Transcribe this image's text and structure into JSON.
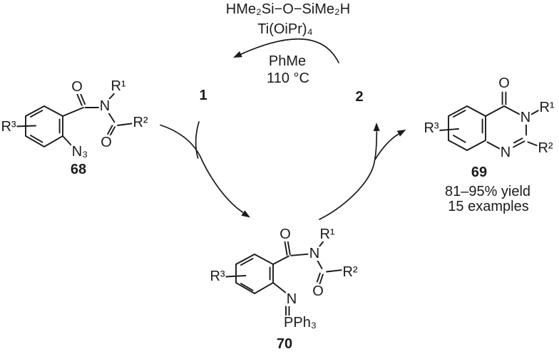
{
  "colors": {
    "ink": "#1b1b1b",
    "background": "#ffffff"
  },
  "conditions": {
    "reagent_line1": "HMe₂Si−O−SiMe₂H",
    "catalyst_line2": "Ti(OiPr)₄",
    "solvent": "PhMe",
    "temperature": "110 °C"
  },
  "cycle": {
    "left_species": "1",
    "right_species": "2"
  },
  "compounds": {
    "azide_68": {
      "number": "68",
      "r3": "R³",
      "o_top": "O",
      "r1": "R¹",
      "n_imide": "N",
      "r2": "R²",
      "o_acyl": "O",
      "azide_group": "N₃"
    },
    "product_69": {
      "number": "69",
      "r3": "R³",
      "o_top": "O",
      "n3": "N",
      "r1": "R¹",
      "r2": "R²",
      "n1": "N",
      "yield": "81–95% yield",
      "examples": "15 examples"
    },
    "iminophosphorane_70": {
      "number": "70",
      "r3": "R³",
      "o_top": "O",
      "r1": "R¹",
      "n_imide": "N",
      "r2": "R²",
      "o_acyl": "O",
      "n_imino": "N",
      "phosphorane": "PPh₃"
    }
  }
}
